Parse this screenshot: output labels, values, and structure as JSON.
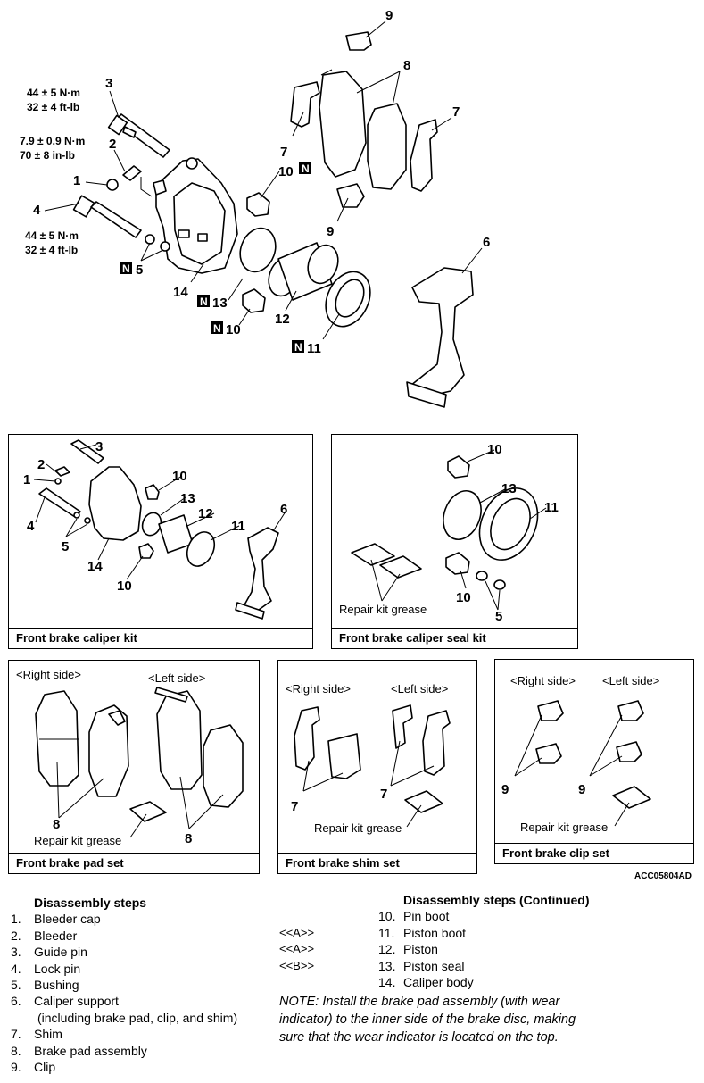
{
  "main_diagram": {
    "callouts": {
      "c1": "1",
      "c2": "2",
      "c3": "3",
      "c4": "4",
      "c5": "5",
      "c6": "6",
      "c7a": "7",
      "c7b": "7",
      "c8": "8",
      "c9a": "9",
      "c9b": "9",
      "c10a": "10",
      "c10b": "10",
      "c11": "11",
      "c12": "12",
      "c13": "13",
      "c14": "14"
    },
    "torque": {
      "guide_pin_nm": "44 ± 5 N·m",
      "guide_pin_ftlb": "32 ± 4 ft-lb",
      "bleeder_nm": "7.9 ± 0.9 N·m",
      "bleeder_inlb": "70 ± 8 in-lb",
      "lock_pin_nm": "44 ± 5 N·m",
      "lock_pin_ftlb": "32 ± 4 ft-lb"
    },
    "new_part_mark": "N"
  },
  "kits": {
    "caliper_kit": {
      "caption": "Front brake caliper kit",
      "callouts": {
        "c1": "1",
        "c2": "2",
        "c3": "3",
        "c4": "4",
        "c5": "5",
        "c6": "6",
        "c10a": "10",
        "c10b": "10",
        "c11": "11",
        "c12": "12",
        "c13": "13",
        "c14": "14"
      }
    },
    "seal_kit": {
      "caption": "Front brake caliper seal kit",
      "grease": "Repair kit grease",
      "callouts": {
        "c10a": "10",
        "c10b": "10",
        "c11": "11",
        "c13": "13",
        "c5": "5"
      }
    },
    "pad_set": {
      "caption": "Front brake pad set",
      "right": "<Right side>",
      "left": "<Left side>",
      "grease": "Repair kit grease",
      "callouts": {
        "c8a": "8",
        "c8b": "8"
      }
    },
    "shim_set": {
      "caption": "Front brake shim set",
      "right": "<Right side>",
      "left": "<Left side>",
      "grease": "Repair kit grease",
      "callouts": {
        "c7a": "7",
        "c7b": "7"
      }
    },
    "clip_set": {
      "caption": "Front brake clip set",
      "right": "<Right side>",
      "left": "<Left side>",
      "grease": "Repair kit grease",
      "callouts": {
        "c9a": "9",
        "c9b": "9"
      }
    }
  },
  "figure_ref": "ACC05804AD",
  "steps_left": {
    "header": "Disassembly steps",
    "items": [
      {
        "n": "1.",
        "t": "Bleeder cap"
      },
      {
        "n": "2.",
        "t": "Bleeder"
      },
      {
        "n": "3.",
        "t": "Guide pin"
      },
      {
        "n": "4.",
        "t": "Lock pin"
      },
      {
        "n": "5.",
        "t": "Bushing"
      },
      {
        "n": "6.",
        "t": "Caliper support"
      },
      {
        "n": "",
        "t": "(including brake pad, clip, and shim)"
      },
      {
        "n": "7.",
        "t": "Shim"
      },
      {
        "n": "8.",
        "t": "Brake pad assembly"
      },
      {
        "n": "9.",
        "t": "Clip"
      }
    ]
  },
  "steps_right": {
    "header": "Disassembly steps (Continued)",
    "items": [
      {
        "code": "",
        "n": "10.",
        "t": "Pin boot"
      },
      {
        "code": "<<A>>",
        "n": "11.",
        "t": "Piston boot"
      },
      {
        "code": "<<A>>",
        "n": "12.",
        "t": "Piston"
      },
      {
        "code": "<<B>>",
        "n": "13.",
        "t": "Piston seal"
      },
      {
        "code": "",
        "n": "14.",
        "t": "Caliper body"
      }
    ]
  },
  "note": {
    "line1": "NOTE: Install the brake pad assembly (with wear",
    "line2": "indicator) to the inner side of the brake disc, making",
    "line3": "sure that the wear indicator is located on the top."
  }
}
